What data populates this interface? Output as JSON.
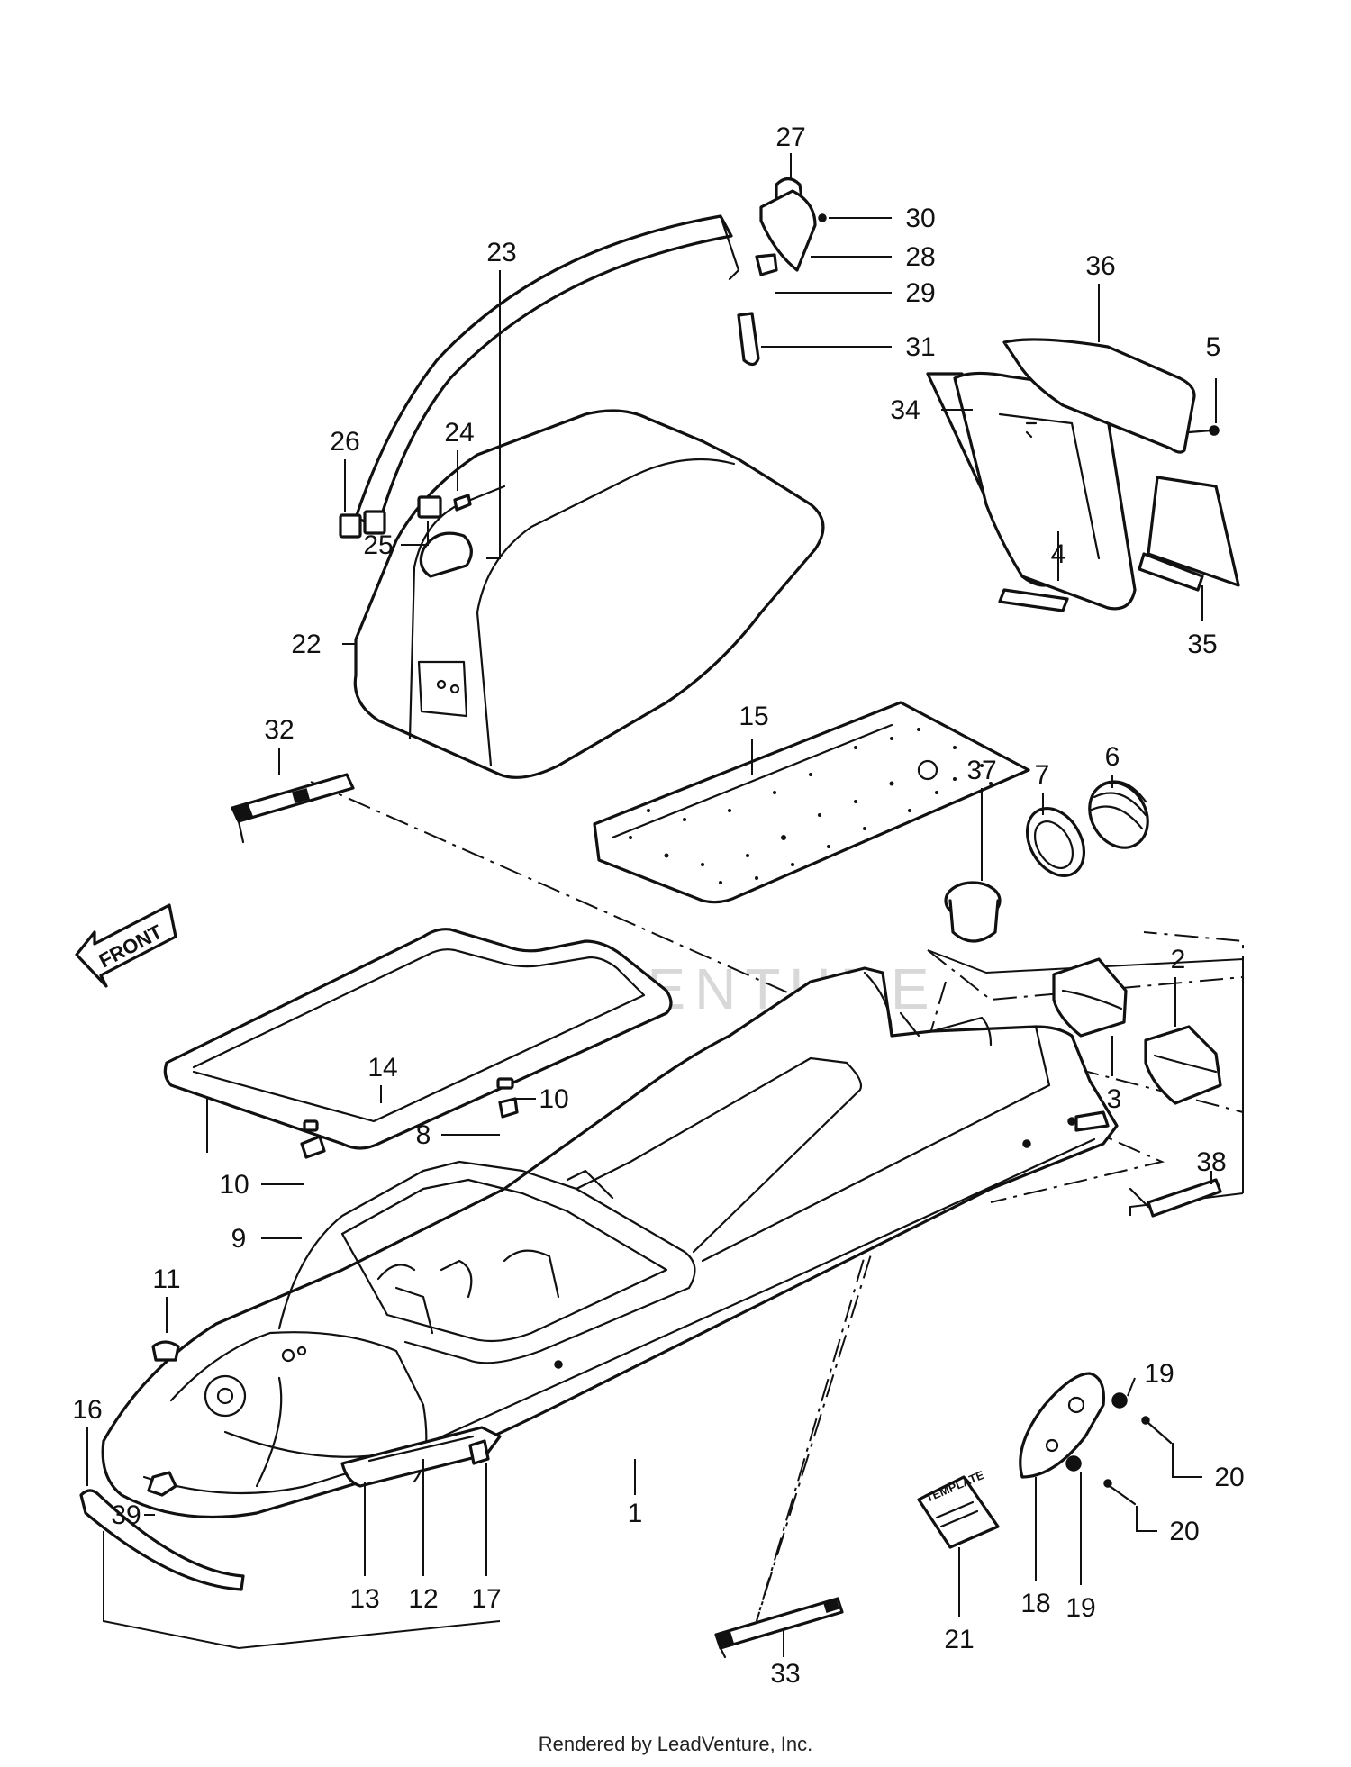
{
  "watermark": "LEADVENTURE",
  "front_label": "FRONT",
  "template_label": "TEMPLATE",
  "footer": "Rendered by LeadVenture, Inc.",
  "callouts": [
    "1",
    "2",
    "3",
    "4",
    "5",
    "6",
    "7",
    "8",
    "9",
    "10",
    "10",
    "11",
    "12",
    "13",
    "14",
    "15",
    "16",
    "17",
    "18",
    "19",
    "19",
    "20",
    "20",
    "21",
    "22",
    "23",
    "24",
    "25",
    "26",
    "27",
    "28",
    "29",
    "30",
    "31",
    "32",
    "33",
    "34",
    "35",
    "36",
    "37",
    "38",
    "39"
  ]
}
